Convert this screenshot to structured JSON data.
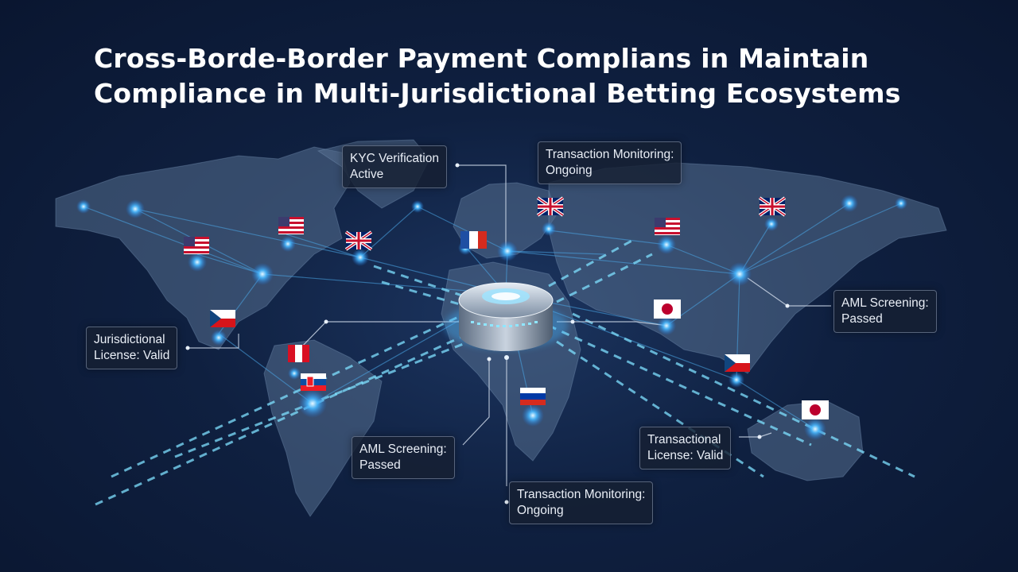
{
  "title": {
    "line1": "Cross-Borde-Border Payment Complians in Maintain",
    "line2": "Compliance in Multi-Jurisdictional Betting Ecosystems"
  },
  "labels": {
    "kyc": {
      "line1": "KYC Verification",
      "line2": "Active"
    },
    "tm_top": {
      "line1": "Transaction Monitoring:",
      "line2": "Ongoing"
    },
    "aml_right": {
      "line1": "AML Screening:",
      "line2": "Passed"
    },
    "jur_license": {
      "line1": "Jurisdictional",
      "line2": "License: Valid"
    },
    "aml_bottom": {
      "line1": "AML Screening:",
      "line2": "Passed"
    },
    "tm_bottom": {
      "line1": "Transaction Monitoring:",
      "line2": "Ongoing"
    },
    "trans_license": {
      "line1": "Transactional",
      "line2": "License: Valid"
    }
  },
  "colors": {
    "background": "#0f2040",
    "node_glow": "#3fb4ff",
    "node_core": "#dff6ff",
    "network_line": "#4aa8e8",
    "data_stream": "#7fe0ff",
    "continent": "#5a7494"
  },
  "flags": [
    "us-flag",
    "us-flag",
    "uk-flag",
    "french-flag",
    "uk-flag",
    "us-flag",
    "uk-flag",
    "czech-flag",
    "peru-flag",
    "slovak-flag",
    "russian-flag",
    "japan-flag",
    "czech-flag",
    "japan-flag"
  ],
  "central_hub_icon": "server-hub-icon"
}
